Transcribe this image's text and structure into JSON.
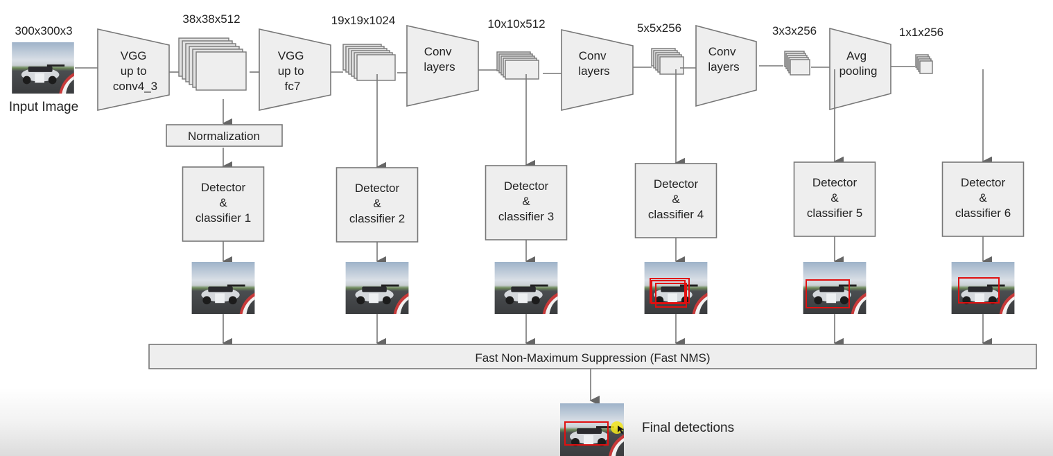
{
  "input": {
    "dims": "300x300x3",
    "label": "Input Image"
  },
  "stages": [
    {
      "lines": [
        "VGG",
        "up to",
        "conv4_3"
      ]
    },
    {
      "lines": [
        "VGG",
        "up to",
        "fc7"
      ]
    },
    {
      "lines": [
        "Conv",
        "layers"
      ]
    },
    {
      "lines": [
        "Conv",
        "layers"
      ]
    },
    {
      "lines": [
        "Conv",
        "layers"
      ]
    },
    {
      "lines": [
        "Avg",
        "pooling"
      ]
    }
  ],
  "feature_maps": [
    {
      "dims": "38x38x512"
    },
    {
      "dims": "19x19x1024"
    },
    {
      "dims": "10x10x512"
    },
    {
      "dims": "5x5x256"
    },
    {
      "dims": "3x3x256"
    },
    {
      "dims": "1x1x256"
    }
  ],
  "normalization": {
    "label": "Normalization"
  },
  "detectors": [
    {
      "lines": [
        "Detector",
        "&",
        "classifier 1"
      ],
      "has_boxes": false,
      "box_count": 0
    },
    {
      "lines": [
        "Detector",
        "&",
        "classifier 2"
      ],
      "has_boxes": false,
      "box_count": 0
    },
    {
      "lines": [
        "Detector",
        "&",
        "classifier 3"
      ],
      "has_boxes": false,
      "box_count": 0
    },
    {
      "lines": [
        "Detector",
        "&",
        "classifier 4"
      ],
      "has_boxes": true,
      "box_count": 3
    },
    {
      "lines": [
        "Detector",
        "&",
        "classifier 5"
      ],
      "has_boxes": true,
      "box_count": 1
    },
    {
      "lines": [
        "Detector",
        "&",
        "classifier 6"
      ],
      "has_boxes": true,
      "box_count": 1
    }
  ],
  "nms": {
    "label": "Fast Non-Maximum Suppression (Fast NMS)"
  },
  "final": {
    "label": "Final detections",
    "box_count": 1
  },
  "colors": {
    "box_fill": "#eeeeee",
    "stroke": "#777777",
    "detection_box": "#e01010",
    "cursor_highlight": "#f5e61a"
  }
}
